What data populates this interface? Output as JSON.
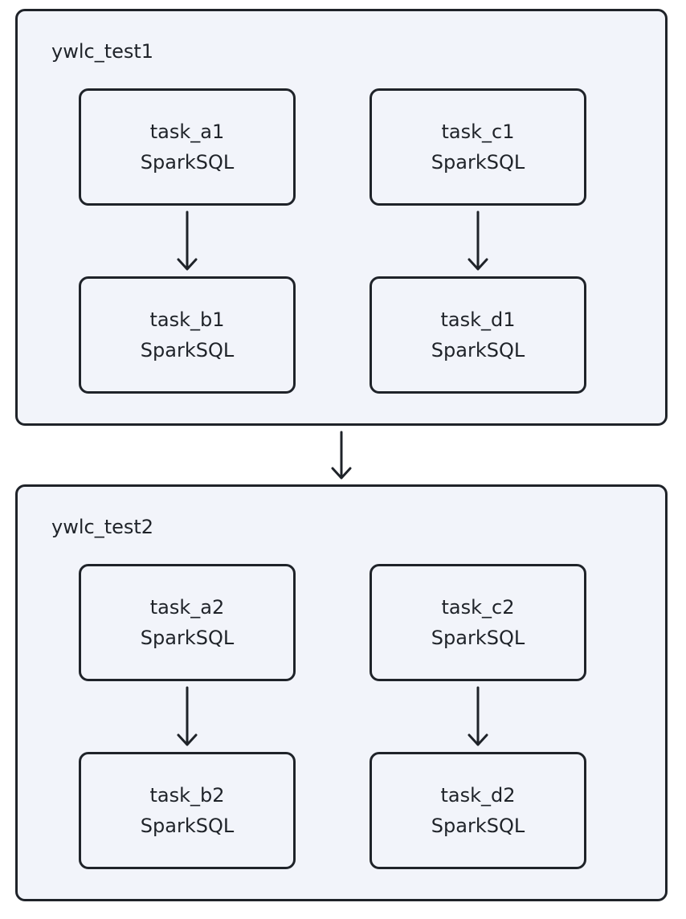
{
  "groups": [
    {
      "title": "ywlc_test1",
      "tasks": [
        {
          "name": "task_a1",
          "type": "SparkSQL"
        },
        {
          "name": "task_b1",
          "type": "SparkSQL"
        },
        {
          "name": "task_c1",
          "type": "SparkSQL"
        },
        {
          "name": "task_d1",
          "type": "SparkSQL"
        }
      ]
    },
    {
      "title": "ywlc_test2",
      "tasks": [
        {
          "name": "task_a2",
          "type": "SparkSQL"
        },
        {
          "name": "task_b2",
          "type": "SparkSQL"
        },
        {
          "name": "task_c2",
          "type": "SparkSQL"
        },
        {
          "name": "task_d2",
          "type": "SparkSQL"
        }
      ]
    }
  ],
  "edges": [
    {
      "from": "task_a1",
      "to": "task_b1"
    },
    {
      "from": "task_c1",
      "to": "task_d1"
    },
    {
      "from": "ywlc_test1",
      "to": "ywlc_test2"
    },
    {
      "from": "task_a2",
      "to": "task_b2"
    },
    {
      "from": "task_c2",
      "to": "task_d2"
    }
  ],
  "colors": {
    "fill": "#f2f4fa",
    "stroke": "#1f2329"
  }
}
